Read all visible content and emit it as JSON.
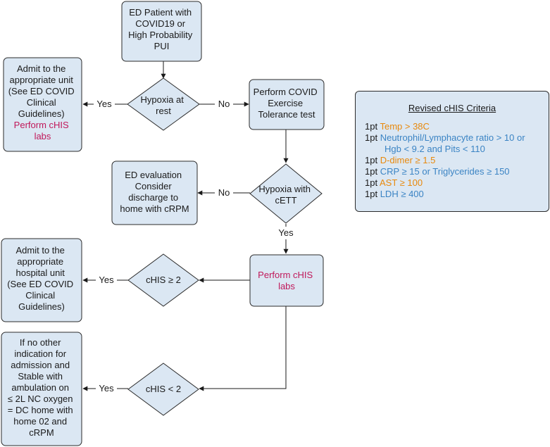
{
  "colors": {
    "box_fill": "#dbe7f3",
    "text": "#1a1a1a",
    "highlight_magenta": "#c0185a",
    "orange": "#e8890c",
    "blue": "#3b84c4"
  },
  "nodes": {
    "start": [
      "ED Patient with",
      "COVID19 or",
      "High Probability",
      "PUI"
    ],
    "hypoxia_rest": [
      "Hypoxia at",
      "rest"
    ],
    "admit_unit": [
      "Admit to the",
      "appropriate unit",
      "(See ED COVID",
      "Clinical",
      "Guidelines)"
    ],
    "admit_unit_labs": [
      "Perform cHIS",
      "labs"
    ],
    "exercise_test": [
      "Perform COVID",
      "Exercise",
      "Tolerance test"
    ],
    "hypoxia_cett": [
      "Hypoxia with",
      "cETT"
    ],
    "ed_eval": [
      "ED evaluation",
      "Consider",
      "discharge to",
      "home with cRPM"
    ],
    "perform_labs": [
      "Perform cHIS",
      "labs"
    ],
    "chis_ge2": [
      "cHIS ≥ 2"
    ],
    "admit_hospital": [
      "Admit to the",
      "appropriate",
      "hospital unit",
      "(See ED COVID",
      "Clinical",
      "Guidelines)"
    ],
    "chis_lt2": [
      "cHIS < 2"
    ],
    "discharge": [
      "If no other",
      "indication for",
      "admission and",
      "Stable with",
      "ambulation on",
      "≤ 2L NC oxygen",
      "= DC home with",
      "home 02 and",
      "cRPM"
    ]
  },
  "edge_labels": {
    "yes_admit_unit": "Yes",
    "no_exercise": "No",
    "no_ed_eval": "No",
    "yes_labs": "Yes",
    "yes_admit_hospital": "Yes",
    "yes_discharge": "Yes"
  },
  "criteria": {
    "title": "Revised cHIS Criteria",
    "rows": [
      {
        "pt": "1pt",
        "lines": [
          "Temp > 38C"
        ],
        "color": "orange"
      },
      {
        "pt": "1pt",
        "lines": [
          "Neutrophil/Lymphacyte ratio > 10 or",
          "Hgb < 9.2 and Pits < 110"
        ],
        "color": "blue"
      },
      {
        "pt": "1pt",
        "lines": [
          "D-dimer ≥ 1.5"
        ],
        "color": "orange"
      },
      {
        "pt": "1pt",
        "lines": [
          "CRP ≥ 15 or Triglycerides ≥ 150"
        ],
        "color": "blue"
      },
      {
        "pt": "1pt",
        "lines": [
          "AST ≥ 100"
        ],
        "color": "orange"
      },
      {
        "pt": "1pt",
        "lines": [
          "LDH ≥ 400"
        ],
        "color": "blue"
      }
    ]
  }
}
